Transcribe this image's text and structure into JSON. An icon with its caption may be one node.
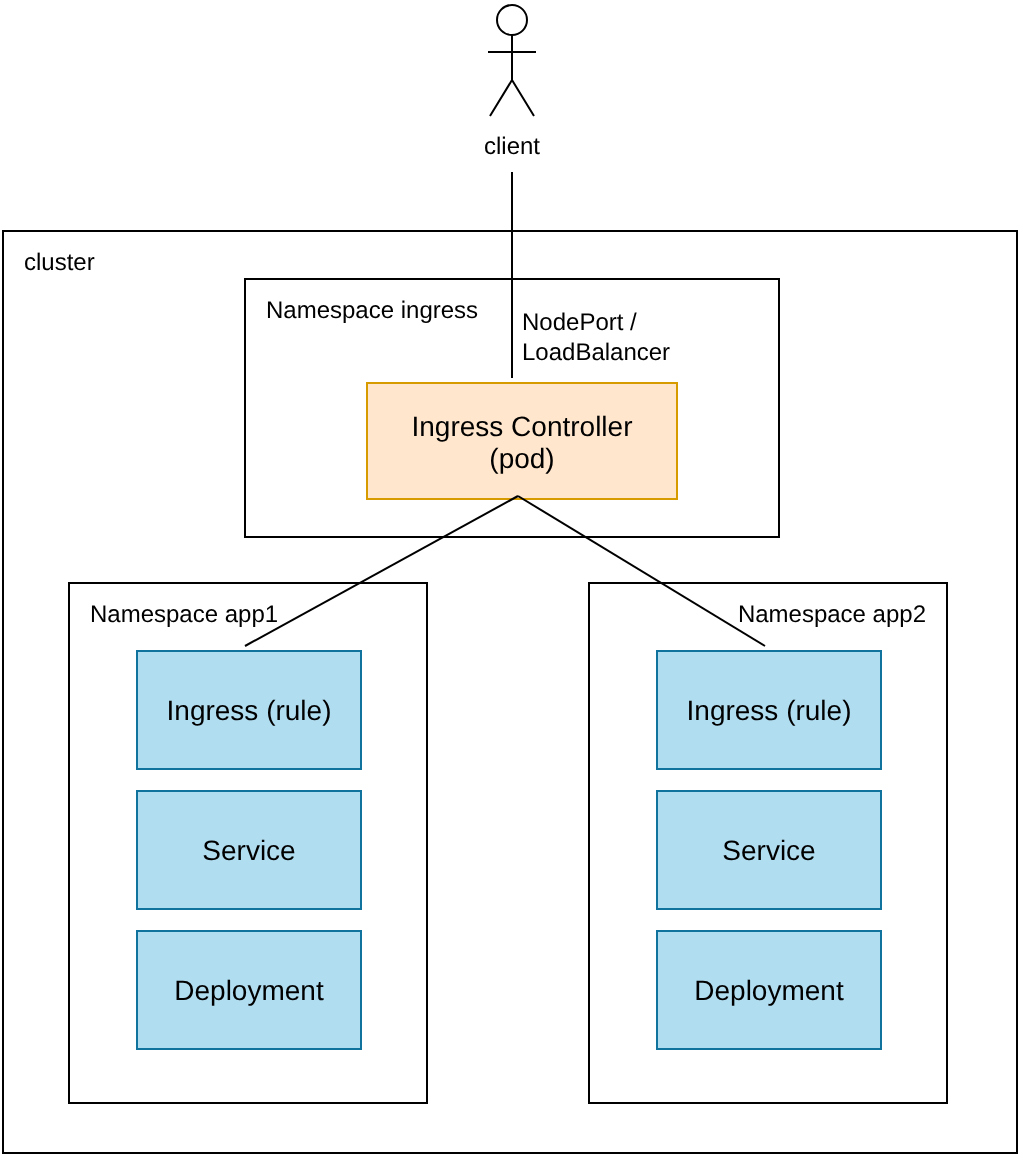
{
  "diagram": {
    "nodes": [
      {
        "text": [
          "client"
        ]
      },
      {
        "text": [
          "cluster"
        ]
      },
      {
        "text": [
          "Namespace ingress"
        ],
        "in": 1
      },
      {
        "text": [
          "Ingress Controller (pod)"
        ],
        "in": 2
      },
      {
        "text": [
          "Namespace app1"
        ],
        "in": 1
      },
      {
        "text": [
          "Ingress (rule)"
        ],
        "in": 4
      },
      {
        "text": [
          "Service"
        ],
        "in": 4
      },
      {
        "text": [
          "Deployment"
        ],
        "in": 4
      },
      {
        "text": [
          "Namespace app2"
        ],
        "in": 1
      },
      {
        "text": [
          "Ingress (rule)"
        ],
        "in": 8
      },
      {
        "text": [
          "Service"
        ],
        "in": 8
      },
      {
        "text": [
          "Deployment"
        ],
        "in": 8
      }
    ],
    "edges": [
      {
        "from": 0,
        "to": 3,
        "arrow": "none",
        "label": "NodePort / LoadBalancer"
      },
      {
        "from": 3,
        "to": 5,
        "arrow": "none"
      },
      {
        "from": 3,
        "to": 9,
        "arrow": "none"
      }
    ]
  }
}
